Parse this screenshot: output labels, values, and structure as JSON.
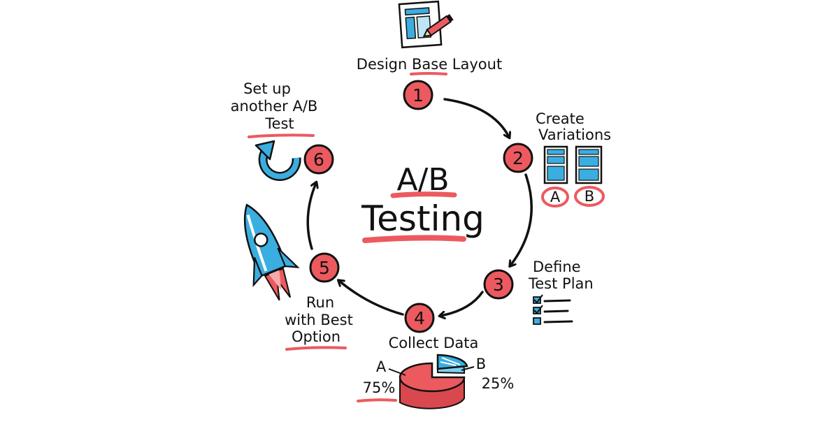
{
  "title": {
    "line1": "A/B",
    "line2": "Testing"
  },
  "steps": [
    {
      "number": "1",
      "label_lines": [
        "Design Base Layout"
      ]
    },
    {
      "number": "2",
      "label_lines": [
        "Create",
        "Variations"
      ]
    },
    {
      "number": "3",
      "label_lines": [
        "Define",
        "Test Plan"
      ]
    },
    {
      "number": "4",
      "label_lines": [
        "Collect Data"
      ]
    },
    {
      "number": "5",
      "label_lines": [
        "Run",
        "with Best",
        "Option"
      ]
    },
    {
      "number": "6",
      "label_lines": [
        "Set up",
        "another A/B",
        "Test"
      ]
    }
  ],
  "variations": {
    "a_label": "A",
    "b_label": "B"
  },
  "pie": {
    "a_label": "A",
    "a_value": "75%",
    "b_label": "B",
    "b_value": "25%",
    "a_fraction": 0.75,
    "b_fraction": 0.25
  },
  "colors": {
    "accent_red": "#ec5a5f",
    "accent_blue": "#3aaee0",
    "ink": "#111111",
    "background": "#ffffff"
  },
  "icons": {
    "step1": "layout-sketch-icon",
    "step2": "variation-mockups-icon",
    "step3": "checklist-icon",
    "step4": "pie-chart-icon",
    "step5": "rocket-icon",
    "step6": "refresh-arrow-icon"
  }
}
